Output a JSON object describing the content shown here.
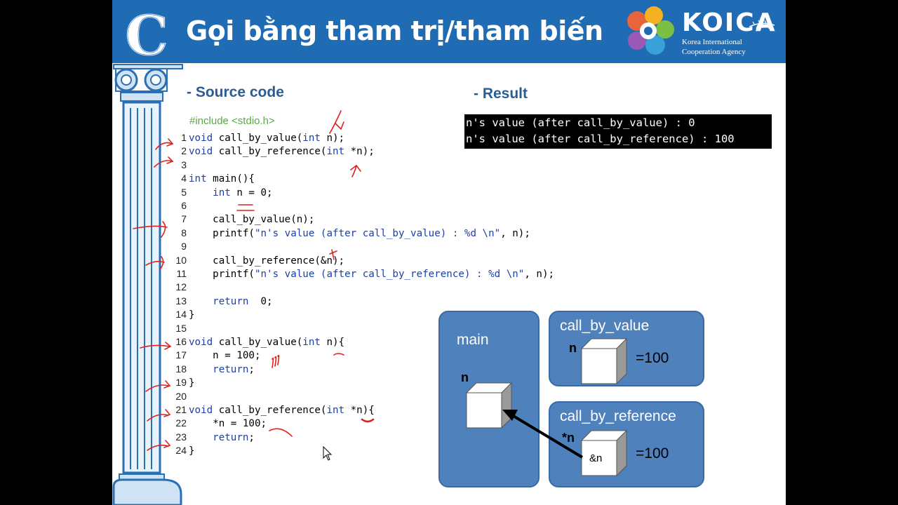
{
  "slide": {
    "title": "Gọi bằng tham trị/tham biến",
    "logo_letter": "C",
    "koica": {
      "name": "KOICA",
      "subtitle_line1": "Korea International",
      "subtitle_line2": "Cooperation Agency"
    },
    "source_label": "- Source code",
    "result_label": "- Result"
  },
  "code": {
    "include": "#include <stdio.h>",
    "lines": [
      {
        "no": "1",
        "text": "void call_by_value(int n);"
      },
      {
        "no": "2",
        "text": "void call_by_reference(int *n);"
      },
      {
        "no": "3",
        "text": ""
      },
      {
        "no": "4",
        "text": "int main(){"
      },
      {
        "no": "5",
        "text": "    int n = 0;"
      },
      {
        "no": "6",
        "text": ""
      },
      {
        "no": "7",
        "text": "    call_by_value(n);"
      },
      {
        "no": "8",
        "text": "    printf(\"n's value (after call_by_value) : %d \\n\", n);"
      },
      {
        "no": "9",
        "text": ""
      },
      {
        "no": "10",
        "text": "    call_by_reference(&n);"
      },
      {
        "no": "11",
        "text": "    printf(\"n's value (after call_by_reference) : %d \\n\", n);"
      },
      {
        "no": "12",
        "text": ""
      },
      {
        "no": "13",
        "text": "    return  0;"
      },
      {
        "no": "14",
        "text": "}"
      },
      {
        "no": "15",
        "text": ""
      },
      {
        "no": "16",
        "text": "void call_by_value(int n){"
      },
      {
        "no": "17",
        "text": "    n = 100;"
      },
      {
        "no": "18",
        "text": "    return;"
      },
      {
        "no": "19",
        "text": "}"
      },
      {
        "no": "20",
        "text": ""
      },
      {
        "no": "21",
        "text": "void call_by_reference(int *n){"
      },
      {
        "no": "22",
        "text": "    *n = 100;"
      },
      {
        "no": "23",
        "text": "    return;"
      },
      {
        "no": "24",
        "text": "}"
      }
    ]
  },
  "result": {
    "line1": "n's value (after call_by_value) : 0",
    "line2": "n's value (after call_by_reference) : 100"
  },
  "diagram": {
    "main_label": "main",
    "main_var": "n",
    "value_label": "call_by_value",
    "value_var": "n",
    "value_eq": "=100",
    "ref_label": "call_by_reference",
    "ref_var": "*n",
    "ref_cube_text": "&n",
    "ref_eq": "=100"
  },
  "colors": {
    "header_blue": "#1f6cb5",
    "box_blue": "#4f81bd",
    "section_blue": "#2a5d96",
    "include_green": "#5aa845",
    "keyword_blue": "#1c3fa8",
    "annotation_red": "#e0201b"
  }
}
